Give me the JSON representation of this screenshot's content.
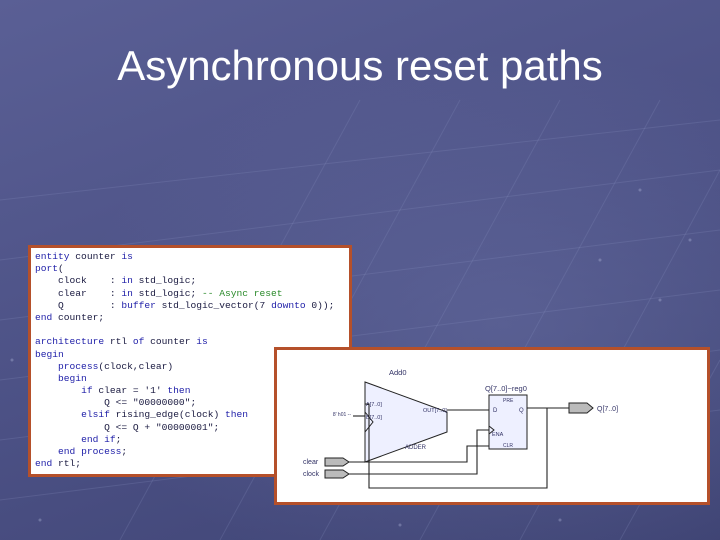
{
  "slide": {
    "title": "Asynchronous reset paths"
  },
  "code": {
    "lines": [
      "entity counter is",
      "port(",
      "    clock    : in std_logic;",
      "    clear    : in std_logic; -- Async reset",
      "    Q        : buffer std_logic_vector(7 downto 0));",
      "end counter;",
      "",
      "architecture rtl of counter is",
      "begin",
      "    process(clock,clear)",
      "    begin",
      "        if clear = '1' then",
      "            Q <= \"00000000\";",
      "        elsif rising_edge(clock) then",
      "            Q <= Q + \"00000001\";",
      "        end if;",
      "    end process;",
      "end rtl;"
    ]
  },
  "schematic": {
    "adder_name": "Add0",
    "adder_type": "ADDER",
    "adder_in_a": "A[7..0]",
    "adder_in_b": "B[7..0]",
    "adder_out": "OUT[7..0]",
    "const_in": "8' h01 --",
    "reg_name": "Q[7..0]~reg0",
    "reg_pre": "PRE",
    "reg_d": "D",
    "reg_q": "Q",
    "reg_ena": "ENA",
    "reg_clr": "CLR",
    "output_port": "Q[7..0]",
    "input_clear": "clear",
    "input_clock": "clock",
    "colors": {
      "wire": "#222222",
      "block_fill": "#eef0ff",
      "label": "#333366"
    }
  }
}
